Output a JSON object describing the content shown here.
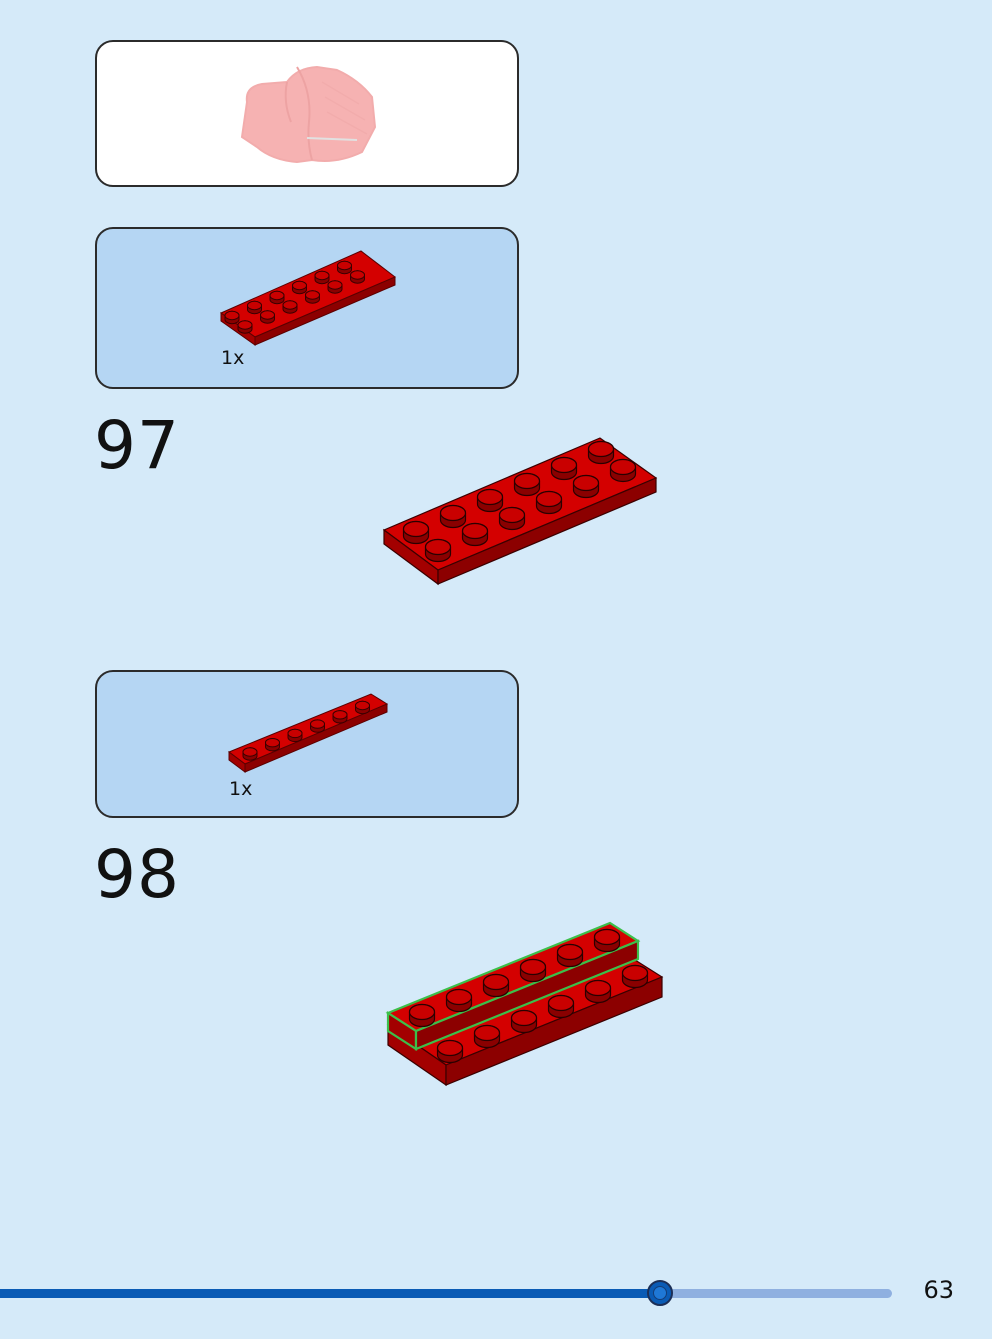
{
  "colors": {
    "background": "#d5eaf9",
    "callout_fill": "#b5d6f3",
    "brick_red": "#cc0000",
    "progress_done": "#0a5bb5",
    "progress_remaining": "#8fb0e0"
  },
  "previous_build": {
    "icon": "faded-red-assembly"
  },
  "steps": [
    {
      "number": "97",
      "parts": [
        {
          "name": "red-plate-2x6",
          "quantity": "1x"
        }
      ]
    },
    {
      "number": "98",
      "parts": [
        {
          "name": "red-plate-1x6",
          "quantity": "1x"
        }
      ]
    }
  ],
  "progress": {
    "fraction": 0.74
  },
  "page_number": "63"
}
